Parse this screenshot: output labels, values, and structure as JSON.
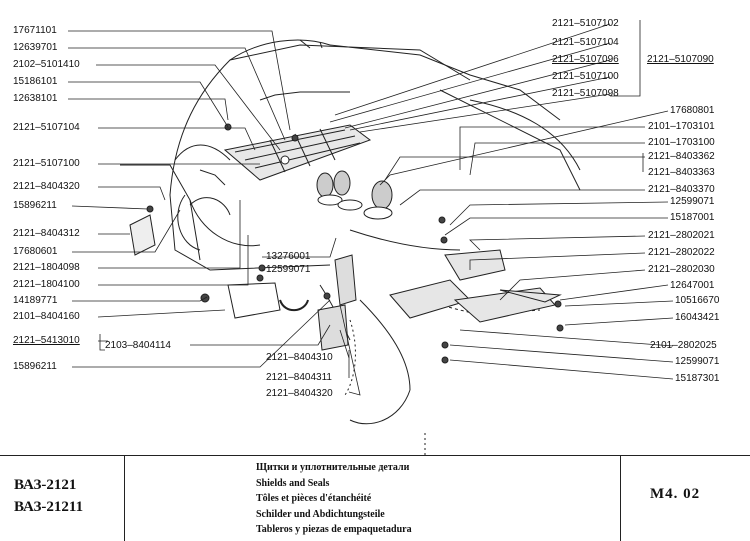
{
  "left_labels": [
    "17671101",
    "12639701",
    "2102–5101410",
    "15186101",
    "12638101",
    "2121–5107104",
    "2121–5107100",
    "2121–8404320",
    "15896211",
    "2121–8404312",
    "17680601",
    "2121–1804098",
    "2121–1804100",
    "14189771",
    "2101–8404160",
    "2121–5413010",
    "15896211"
  ],
  "center_labels": [
    "13276001",
    "12599071",
    "2103–8404114"
  ],
  "bottom_labels": [
    "2121–8404310",
    "2121–8404311",
    "2121–8404320"
  ],
  "right_labels": [
    "2121–5107102",
    "2121–5107104",
    "2121–5107096",
    "2121–5107100",
    "2121–5107098",
    "17680801",
    "2101–1703101",
    "2101–1703100",
    "2121–8403362",
    "2121–8403363",
    "2121–8403370",
    "12599071",
    "15187001",
    "2121–2802021",
    "2121–2802022",
    "2121–2802030",
    "12647001",
    "10516670",
    "16043421",
    "2101–2802025",
    "12599071",
    "15187301"
  ],
  "group_label": "2121–5107090",
  "footer": {
    "models": [
      "ВАЗ-2121",
      "ВАЗ-21211"
    ],
    "titles": [
      "Щитки и уплотнительные детали",
      "Shields and Seals",
      "Tôles et pièces d'étanchéité",
      "Schilder und Abdichtungsteile",
      "Tableros y piezas de empaquetadura"
    ],
    "sheet_code": "M4.  02"
  }
}
